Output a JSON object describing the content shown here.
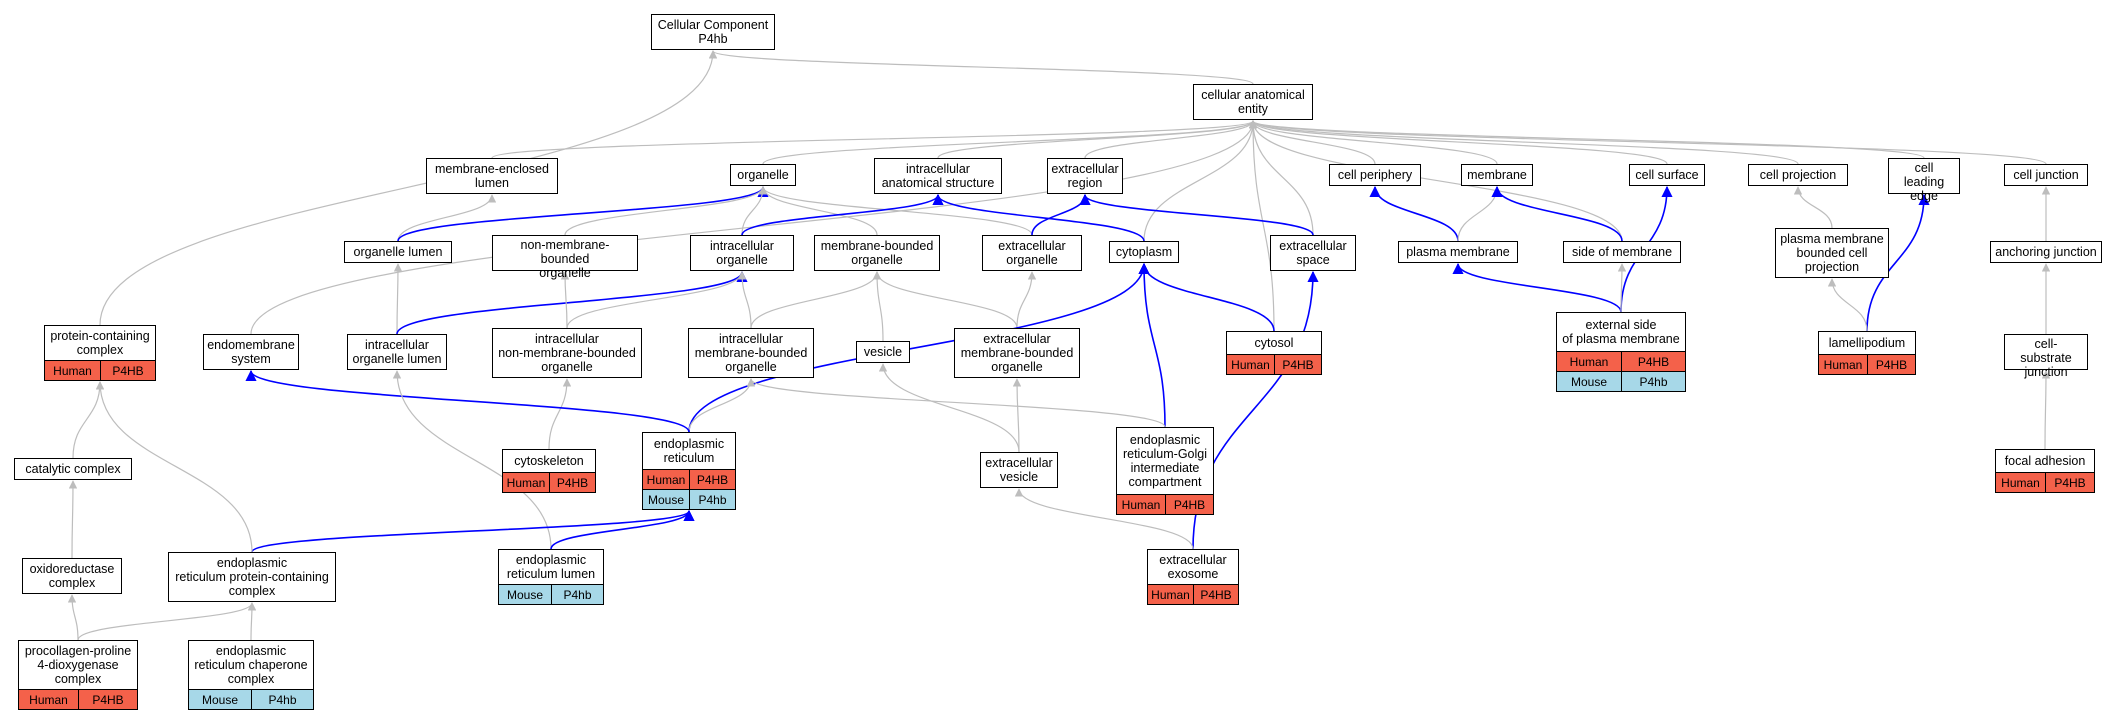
{
  "colors": {
    "edge_gray": "#bdbdbd",
    "edge_blue": "#0000ff",
    "human_fill": "#f4614a",
    "mouse_fill": "#a7d8e8"
  },
  "nodes": [
    {
      "id": "cc_root",
      "label": "Cellular Component\nP4hb"
    },
    {
      "id": "cae",
      "label": "cellular anatomical\nentity"
    },
    {
      "id": "mem_encl_lumen",
      "label": "membrane-enclosed\nlumen"
    },
    {
      "id": "organelle",
      "label": "organelle"
    },
    {
      "id": "intra_anat",
      "label": "intracellular\nanatomical structure"
    },
    {
      "id": "extra_region",
      "label": "extracellular\nregion"
    },
    {
      "id": "cell_periphery",
      "label": "cell periphery"
    },
    {
      "id": "membrane",
      "label": "membrane"
    },
    {
      "id": "cell_surface",
      "label": "cell surface"
    },
    {
      "id": "cell_projection",
      "label": "cell projection"
    },
    {
      "id": "cell_leading_edge",
      "label": "cell leading\nedge"
    },
    {
      "id": "cell_junction",
      "label": "cell junction"
    },
    {
      "id": "organelle_lumen",
      "label": "organelle lumen"
    },
    {
      "id": "nonmem_org",
      "label": "non-membrane-bounded\norganelle"
    },
    {
      "id": "intra_org",
      "label": "intracellular\norganelle"
    },
    {
      "id": "mem_bound_org",
      "label": "membrane-bounded\norganelle"
    },
    {
      "id": "extra_org",
      "label": "extracellular\norganelle"
    },
    {
      "id": "cytoplasm",
      "label": "cytoplasm"
    },
    {
      "id": "extra_space",
      "label": "extracellular\nspace"
    },
    {
      "id": "plasma_membrane",
      "label": "plasma membrane"
    },
    {
      "id": "side_membrane",
      "label": "side of membrane"
    },
    {
      "id": "pm_bounded_proj",
      "label": "plasma membrane\nbounded cell\nprojection"
    },
    {
      "id": "anchoring_junction",
      "label": "anchoring junction"
    },
    {
      "id": "protein_complex",
      "label": "protein-containing\ncomplex",
      "annotations": [
        {
          "species": "Human",
          "gene": "P4HB"
        }
      ]
    },
    {
      "id": "endomembrane",
      "label": "endomembrane\nsystem"
    },
    {
      "id": "intra_org_lumen",
      "label": "intracellular\norganelle lumen"
    },
    {
      "id": "intra_nonmem_org",
      "label": "intracellular\nnon-membrane-bounded\norganelle"
    },
    {
      "id": "intra_mem_org",
      "label": "intracellular\nmembrane-bounded\norganelle"
    },
    {
      "id": "vesicle",
      "label": "vesicle"
    },
    {
      "id": "extra_mem_org",
      "label": "extracellular\nmembrane-bounded\norganelle"
    },
    {
      "id": "cytosol",
      "label": "cytosol",
      "annotations": [
        {
          "species": "Human",
          "gene": "P4HB"
        }
      ]
    },
    {
      "id": "ext_side_pm",
      "label": "external side\nof plasma membrane",
      "annotations": [
        {
          "species": "Human",
          "gene": "P4HB"
        },
        {
          "species": "Mouse",
          "gene": "P4hb"
        }
      ]
    },
    {
      "id": "lamellipodium",
      "label": "lamellipodium",
      "annotations": [
        {
          "species": "Human",
          "gene": "P4HB"
        }
      ]
    },
    {
      "id": "cell_substrate",
      "label": "cell-substrate\njunction"
    },
    {
      "id": "cytoskeleton",
      "label": "cytoskeleton",
      "annotations": [
        {
          "species": "Human",
          "gene": "P4HB"
        }
      ]
    },
    {
      "id": "er",
      "label": "endoplasmic\nreticulum",
      "annotations": [
        {
          "species": "Human",
          "gene": "P4HB"
        },
        {
          "species": "Mouse",
          "gene": "P4hb"
        }
      ]
    },
    {
      "id": "er_golgi",
      "label": "endoplasmic\nreticulum-Golgi\nintermediate\ncompartment",
      "annotations": [
        {
          "species": "Human",
          "gene": "P4HB"
        }
      ]
    },
    {
      "id": "extra_vesicle",
      "label": "extracellular\nvesicle"
    },
    {
      "id": "focal_adhesion",
      "label": "focal adhesion",
      "annotations": [
        {
          "species": "Human",
          "gene": "P4HB"
        }
      ]
    },
    {
      "id": "catalytic_complex",
      "label": "catalytic complex"
    },
    {
      "id": "oxido_complex",
      "label": "oxidoreductase\ncomplex"
    },
    {
      "id": "er_protein_complex",
      "label": "endoplasmic\nreticulum protein-containing\ncomplex"
    },
    {
      "id": "er_lumen",
      "label": "endoplasmic\nreticulum lumen",
      "annotations": [
        {
          "species": "Mouse",
          "gene": "P4hb"
        }
      ]
    },
    {
      "id": "extra_exosome",
      "label": "extracellular\nexosome",
      "annotations": [
        {
          "species": "Human",
          "gene": "P4HB"
        }
      ]
    },
    {
      "id": "procollagen",
      "label": "procollagen-proline\n4-dioxygenase\ncomplex",
      "annotations": [
        {
          "species": "Human",
          "gene": "P4HB"
        }
      ]
    },
    {
      "id": "er_chaperone",
      "label": "endoplasmic\nreticulum chaperone\ncomplex",
      "annotations": [
        {
          "species": "Mouse",
          "gene": "P4hb"
        }
      ]
    }
  ],
  "edges": [
    {
      "from": "cae",
      "to": "cc_root",
      "type": "is_a"
    },
    {
      "from": "protein_complex",
      "to": "cc_root",
      "type": "is_a"
    },
    {
      "from": "mem_encl_lumen",
      "to": "cae",
      "type": "is_a"
    },
    {
      "from": "organelle",
      "to": "cae",
      "type": "is_a"
    },
    {
      "from": "intra_anat",
      "to": "cae",
      "type": "is_a"
    },
    {
      "from": "extra_region",
      "to": "cae",
      "type": "is_a"
    },
    {
      "from": "cell_periphery",
      "to": "cae",
      "type": "is_a"
    },
    {
      "from": "membrane",
      "to": "cae",
      "type": "is_a"
    },
    {
      "from": "cell_surface",
      "to": "cae",
      "type": "is_a"
    },
    {
      "from": "cell_projection",
      "to": "cae",
      "type": "is_a"
    },
    {
      "from": "cell_leading_edge",
      "to": "cae",
      "type": "is_a"
    },
    {
      "from": "cell_junction",
      "to": "cae",
      "type": "is_a"
    },
    {
      "from": "endomembrane",
      "to": "cae",
      "type": "is_a"
    },
    {
      "from": "cytoplasm",
      "to": "cae",
      "type": "is_a"
    },
    {
      "from": "cytosol",
      "to": "cae",
      "type": "is_a"
    },
    {
      "from": "extra_space",
      "to": "cae",
      "type": "is_a"
    },
    {
      "from": "side_membrane",
      "to": "cae",
      "type": "is_a"
    },
    {
      "from": "organelle_lumen",
      "to": "mem_encl_lumen",
      "type": "is_a"
    },
    {
      "from": "organelle_lumen",
      "to": "organelle",
      "type": "part_of"
    },
    {
      "from": "nonmem_org",
      "to": "organelle",
      "type": "is_a"
    },
    {
      "from": "intra_org",
      "to": "organelle",
      "type": "is_a"
    },
    {
      "from": "mem_bound_org",
      "to": "organelle",
      "type": "is_a"
    },
    {
      "from": "extra_org",
      "to": "organelle",
      "type": "is_a"
    },
    {
      "from": "intra_org",
      "to": "intra_anat",
      "type": "part_of"
    },
    {
      "from": "cytoplasm",
      "to": "intra_anat",
      "type": "part_of"
    },
    {
      "from": "extra_org",
      "to": "extra_region",
      "type": "part_of"
    },
    {
      "from": "extra_space",
      "to": "extra_region",
      "type": "part_of"
    },
    {
      "from": "plasma_membrane",
      "to": "cell_periphery",
      "type": "part_of"
    },
    {
      "from": "plasma_membrane",
      "to": "membrane",
      "type": "is_a"
    },
    {
      "from": "side_membrane",
      "to": "membrane",
      "type": "part_of"
    },
    {
      "from": "ext_side_pm",
      "to": "cell_surface",
      "type": "part_of"
    },
    {
      "from": "ext_side_pm",
      "to": "plasma_membrane",
      "type": "part_of"
    },
    {
      "from": "ext_side_pm",
      "to": "side_membrane",
      "type": "is_a"
    },
    {
      "from": "pm_bounded_proj",
      "to": "cell_projection",
      "type": "is_a"
    },
    {
      "from": "lamellipodium",
      "to": "cell_leading_edge",
      "type": "part_of"
    },
    {
      "from": "lamellipodium",
      "to": "pm_bounded_proj",
      "type": "is_a"
    },
    {
      "from": "anchoring_junction",
      "to": "cell_junction",
      "type": "is_a"
    },
    {
      "from": "cell_substrate",
      "to": "anchoring_junction",
      "type": "is_a"
    },
    {
      "from": "focal_adhesion",
      "to": "cell_substrate",
      "type": "is_a"
    },
    {
      "from": "intra_org_lumen",
      "to": "organelle_lumen",
      "type": "is_a"
    },
    {
      "from": "intra_org_lumen",
      "to": "intra_org",
      "type": "part_of"
    },
    {
      "from": "intra_nonmem_org",
      "to": "nonmem_org",
      "type": "is_a"
    },
    {
      "from": "intra_nonmem_org",
      "to": "intra_org",
      "type": "is_a"
    },
    {
      "from": "intra_mem_org",
      "to": "intra_org",
      "type": "is_a"
    },
    {
      "from": "intra_mem_org",
      "to": "mem_bound_org",
      "type": "is_a"
    },
    {
      "from": "vesicle",
      "to": "mem_bound_org",
      "type": "is_a"
    },
    {
      "from": "extra_mem_org",
      "to": "mem_bound_org",
      "type": "is_a"
    },
    {
      "from": "extra_mem_org",
      "to": "extra_org",
      "type": "is_a"
    },
    {
      "from": "cytosol",
      "to": "cytoplasm",
      "type": "part_of"
    },
    {
      "from": "er",
      "to": "cytoplasm",
      "type": "part_of"
    },
    {
      "from": "er_golgi",
      "to": "cytoplasm",
      "type": "part_of"
    },
    {
      "from": "extra_exosome",
      "to": "extra_space",
      "type": "part_of"
    },
    {
      "from": "cytoskeleton",
      "to": "intra_nonmem_org",
      "type": "is_a"
    },
    {
      "from": "er",
      "to": "intra_mem_org",
      "type": "is_a"
    },
    {
      "from": "er",
      "to": "endomembrane",
      "type": "part_of"
    },
    {
      "from": "er_golgi",
      "to": "intra_mem_org",
      "type": "is_a"
    },
    {
      "from": "extra_vesicle",
      "to": "vesicle",
      "type": "is_a"
    },
    {
      "from": "extra_vesicle",
      "to": "extra_mem_org",
      "type": "is_a"
    },
    {
      "from": "extra_exosome",
      "to": "extra_vesicle",
      "type": "is_a"
    },
    {
      "from": "er_lumen",
      "to": "intra_org_lumen",
      "type": "is_a"
    },
    {
      "from": "er_lumen",
      "to": "er",
      "type": "part_of"
    },
    {
      "from": "er_protein_complex",
      "to": "er",
      "type": "part_of"
    },
    {
      "from": "er_protein_complex",
      "to": "protein_complex",
      "type": "is_a"
    },
    {
      "from": "catalytic_complex",
      "to": "protein_complex",
      "type": "is_a"
    },
    {
      "from": "oxido_complex",
      "to": "catalytic_complex",
      "type": "is_a"
    },
    {
      "from": "procollagen",
      "to": "oxido_complex",
      "type": "is_a"
    },
    {
      "from": "procollagen",
      "to": "er_protein_complex",
      "type": "is_a"
    },
    {
      "from": "er_chaperone",
      "to": "er_protein_complex",
      "type": "is_a"
    }
  ]
}
